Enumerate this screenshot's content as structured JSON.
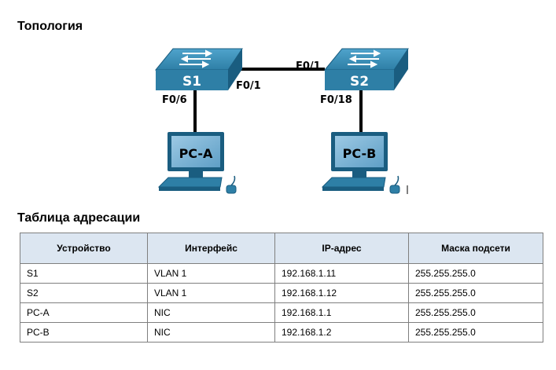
{
  "topology": {
    "heading": "Топология",
    "devices": {
      "s1": "S1",
      "s2": "S2",
      "pca": "PC-A",
      "pcb": "PC-B"
    },
    "ports": {
      "s1_f06": "F0/6",
      "s1_f01": "F0/1",
      "s2_f01": "F0/1",
      "s2_f018": "F0/18"
    },
    "colors": {
      "device_blue": "#2e7fa6",
      "device_dark": "#1a5d80",
      "link": "#000000"
    }
  },
  "addressing": {
    "heading": "Таблица адресации",
    "columns": [
      "Устройство",
      "Интерфейс",
      "IP-адрес",
      "Маска подсети"
    ],
    "rows": [
      [
        "S1",
        "VLAN 1",
        "192.168.1.11",
        "255.255.255.0"
      ],
      [
        "S2",
        "VLAN 1",
        "192.168.1.12",
        "255.255.255.0"
      ],
      [
        "PC-A",
        "NIC",
        "192.168.1.1",
        "255.255.255.0"
      ],
      [
        "PC-B",
        "NIC",
        "192.168.1.2",
        "255.255.255.0"
      ]
    ],
    "colors": {
      "header_bg": "#dce6f1"
    }
  }
}
